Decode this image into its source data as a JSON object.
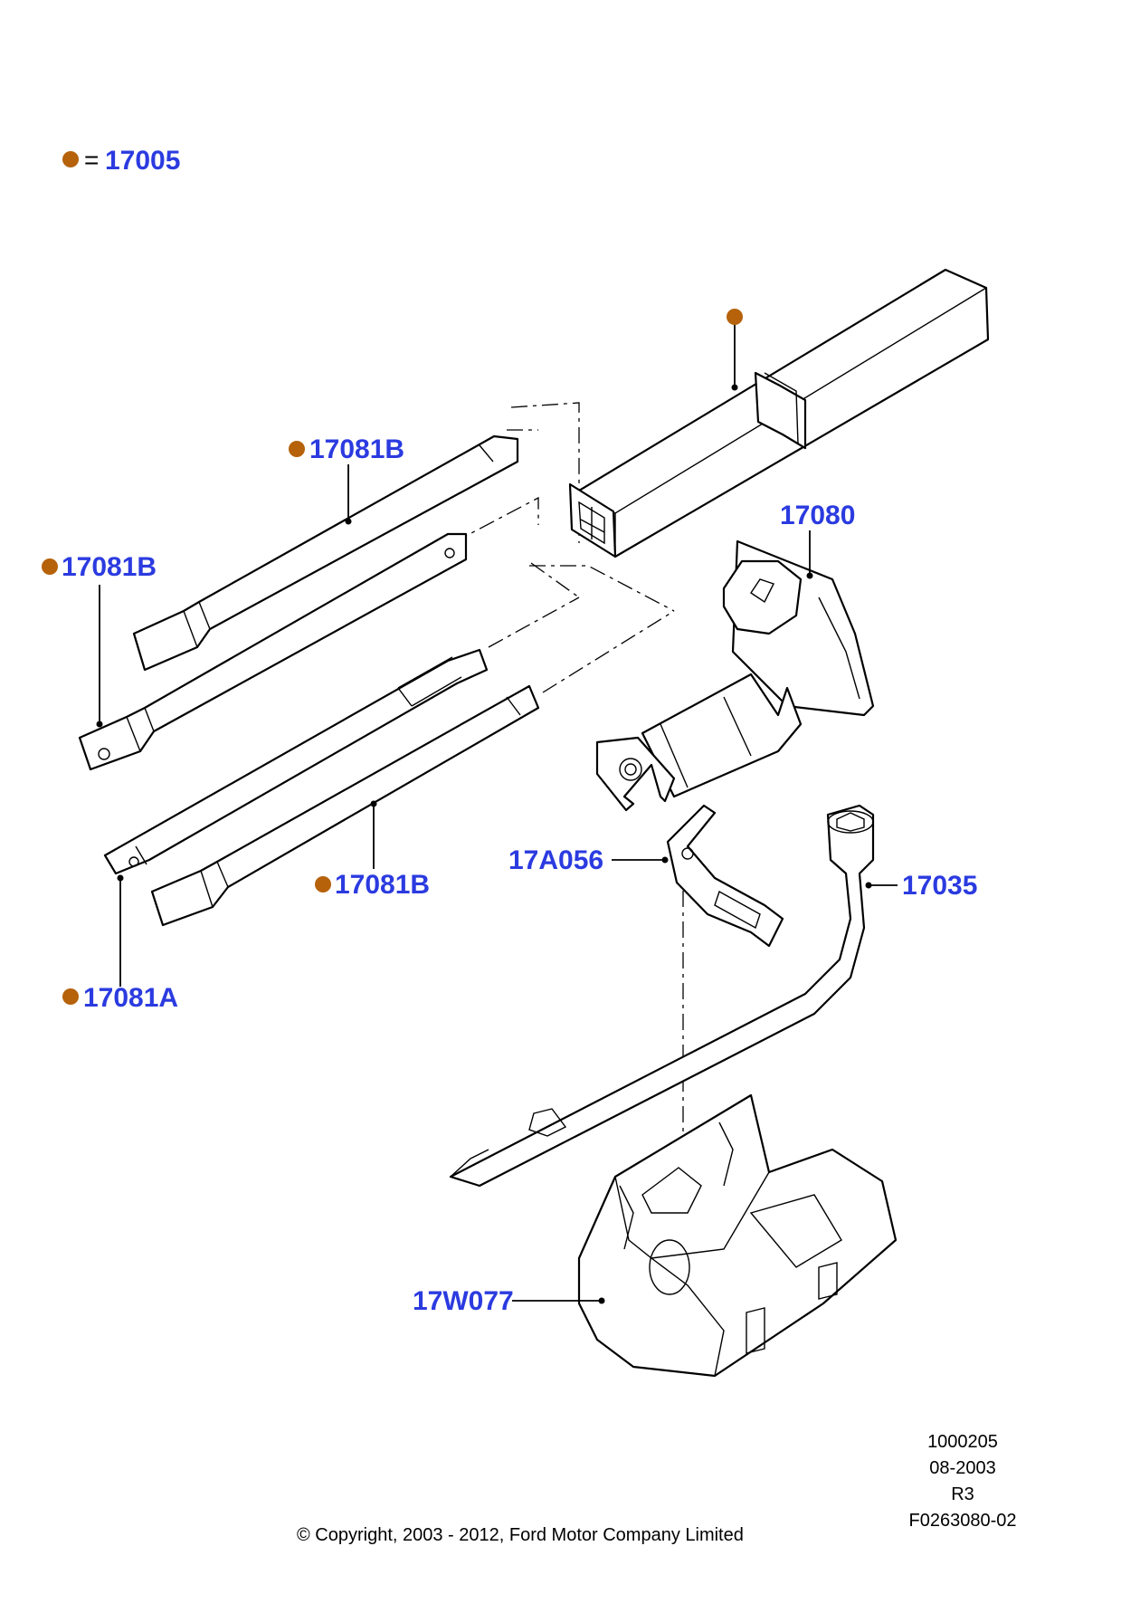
{
  "legend": {
    "equals": "=",
    "kit_code": "17005"
  },
  "callouts": {
    "top_rod": "17081B",
    "left_rod": "17081B",
    "bottom_rod": "17081B",
    "extension_rod": "17081A",
    "jack": "17080",
    "clip": "17A056",
    "wrench": "17035",
    "tray": "17W077"
  },
  "colors": {
    "callout_text": "#2b3be0",
    "kit_marker": "#b5620a",
    "line": "#000000"
  },
  "footer": {
    "ref_lines": [
      "1000205",
      "08-2003",
      "R3",
      "F0263080-02"
    ],
    "copyright": "© Copyright, 2003 - 2012, Ford Motor Company Limited"
  }
}
